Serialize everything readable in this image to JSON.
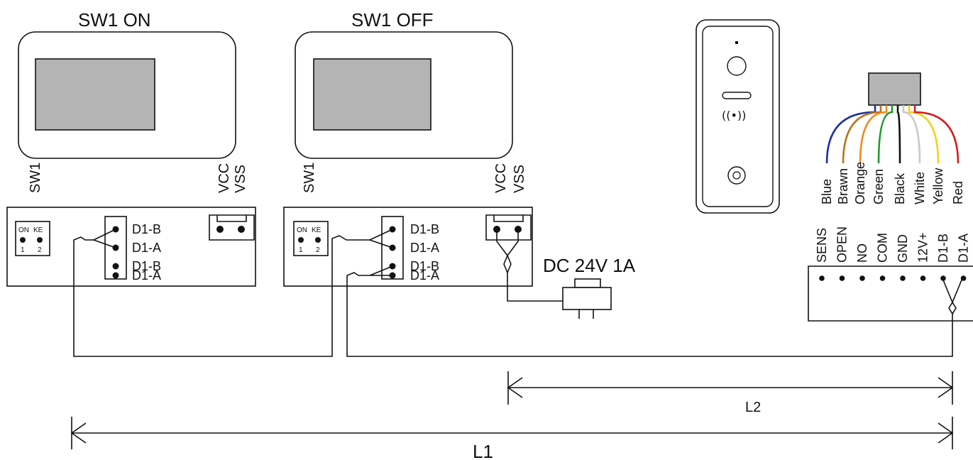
{
  "monitor1": {
    "title": "SW1 ON",
    "sw_label": "SW1",
    "vcc": "VCC",
    "vss": "VSS",
    "dip_labels": [
      "ON",
      "KE",
      "1",
      "2"
    ],
    "terminals": [
      "D1-B",
      "D1-A",
      "D1-B",
      "D1-A"
    ]
  },
  "monitor2": {
    "title": "SW1 OFF",
    "sw_label": "SW1",
    "vcc": "VCC",
    "vss": "VSS",
    "dip_labels": [
      "ON",
      "KE",
      "1",
      "2"
    ],
    "terminals": [
      "D1-B",
      "D1-A",
      "D1-B",
      "D1-A"
    ]
  },
  "power": {
    "label": "DC 24V 1A"
  },
  "connector": {
    "wires": [
      {
        "label": "Blue",
        "color": "#1c2fa0"
      },
      {
        "label": "Brawn",
        "color": "#b8731f"
      },
      {
        "label": "Orange",
        "color": "#f08a1c"
      },
      {
        "label": "Green",
        "color": "#1c9a2c"
      },
      {
        "label": "Black",
        "color": "#111111"
      },
      {
        "label": "White",
        "color": "#c8c8c8"
      },
      {
        "label": "Yellow",
        "color": "#f0d21c"
      },
      {
        "label": "Red",
        "color": "#d71c1c"
      }
    ]
  },
  "terminal_block": {
    "labels": [
      "SENS",
      "OPEN",
      "NO",
      "COM",
      "GND",
      "12V+",
      "D1-B",
      "D1-A"
    ]
  },
  "dimensions": {
    "l1": "L1",
    "l2": "L2"
  }
}
